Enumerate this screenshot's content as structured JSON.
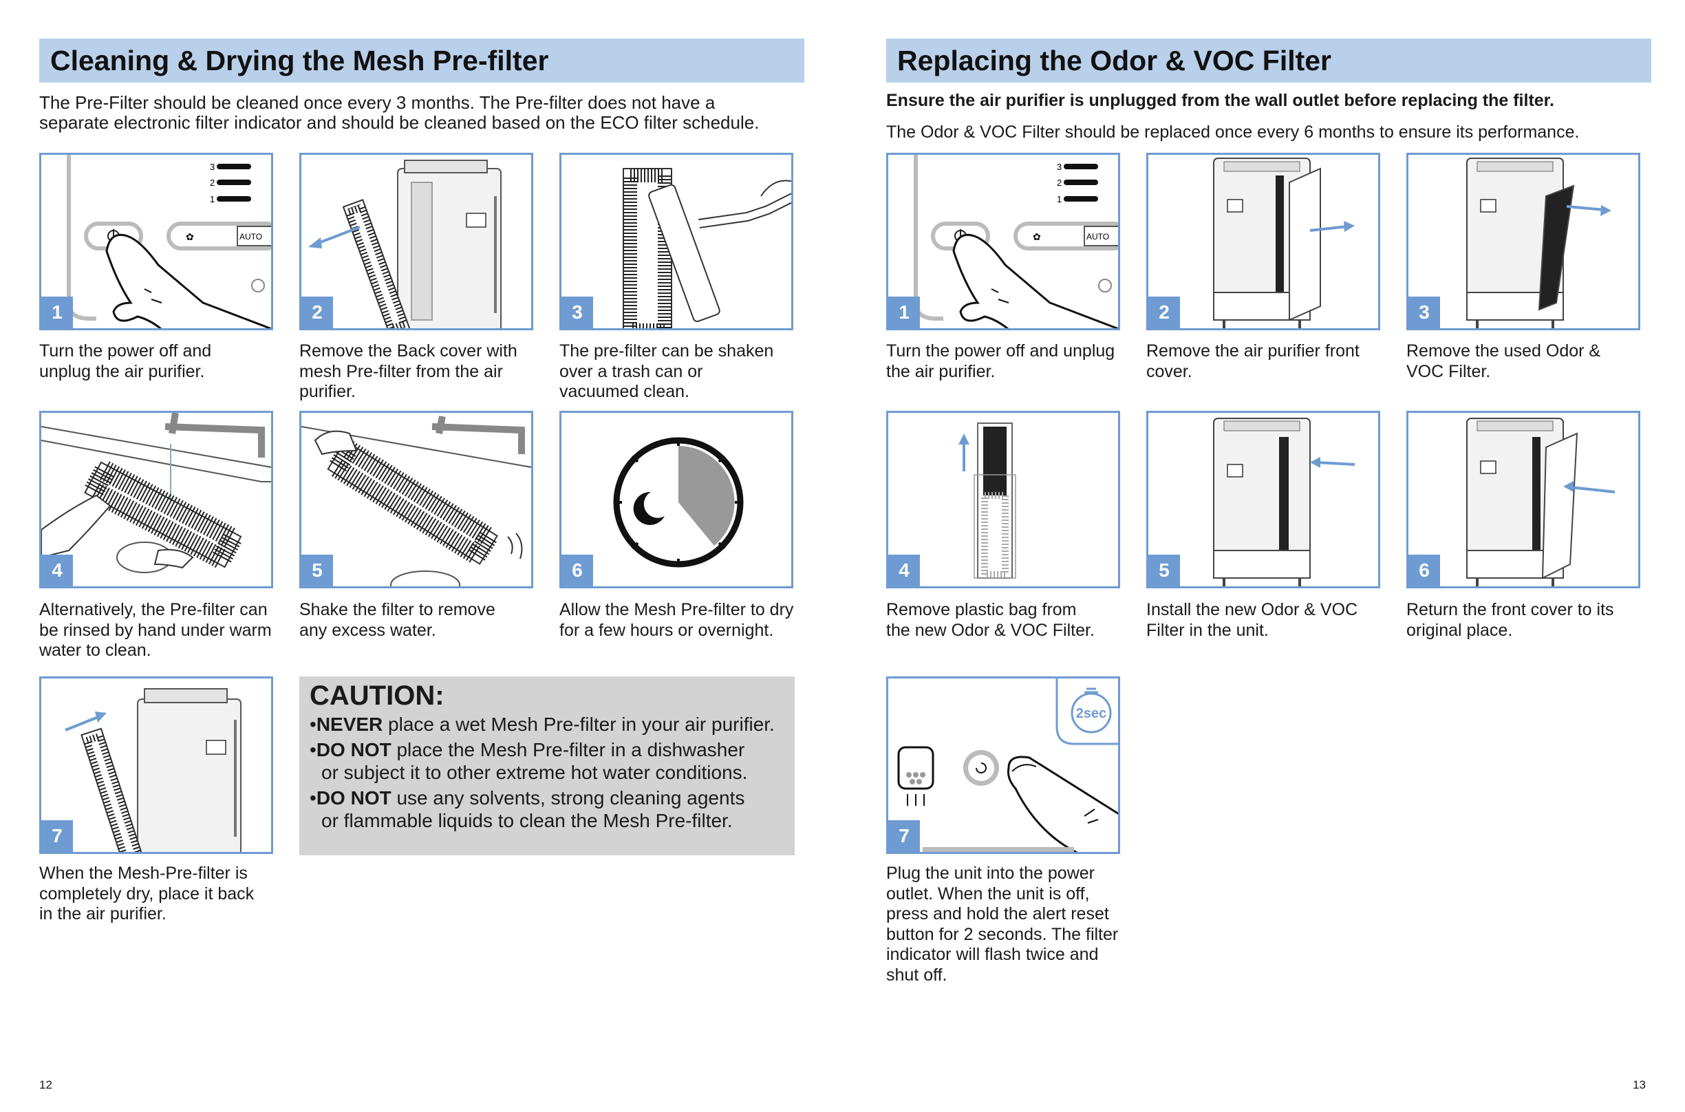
{
  "left": {
    "title": "Cleaning & Drying the Mesh Pre-filter",
    "intro_line1": "The Pre-Filter should be cleaned once every 3 months. The Pre-filter does not have a",
    "intro_line2": "separate electronic filter indicator and should be cleaned based on the ECO filter schedule.",
    "steps": [
      {
        "num": "1",
        "l1": "Turn the power off and",
        "l2": "unplug the air purifier.",
        "l3": ""
      },
      {
        "num": "2",
        "l1": "Remove the Back cover with",
        "l2": "mesh Pre-filter from the air",
        "l3": "purifier."
      },
      {
        "num": "3",
        "l1": "The pre-filter can be shaken",
        "l2": "over a trash can or",
        "l3": "vacuumed clean."
      },
      {
        "num": "4",
        "l1": "Alternatively, the Pre-filter can",
        "l2": "be rinsed by hand under warm",
        "l3": "water to clean."
      },
      {
        "num": "5",
        "l1": "Shake the filter to remove",
        "l2": "any excess water.",
        "l3": ""
      },
      {
        "num": "6",
        "l1": "Allow the Mesh Pre-filter to dry",
        "l2": "for a few hours or overnight.",
        "l3": ""
      },
      {
        "num": "7",
        "l1": "When the Mesh-Pre-filter is",
        "l2": "completely dry, place it back",
        "l3": "in the air purifier."
      }
    ],
    "caution": {
      "title": "CAUTION:",
      "items": [
        {
          "bold": "NEVER",
          "rest": " place a wet Mesh Pre-filter in your air purifier.",
          "cont": ""
        },
        {
          "bold": "DO NOT",
          "rest": " place the Mesh Pre-filter in a dishwasher",
          "cont": "or subject it to other extreme hot water conditions."
        },
        {
          "bold": "DO NOT",
          "rest": " use any solvents, strong cleaning agents",
          "cont": "or flammable liquids to clean the Mesh Pre-filter."
        }
      ]
    },
    "page_number": "12"
  },
  "right": {
    "title": "Replacing the Odor & VOC Filter",
    "warning": "Ensure the air purifier is unplugged from the wall outlet before replacing the filter.",
    "intro": "The Odor & VOC Filter should be replaced once every 6 months to ensure its performance.",
    "steps": [
      {
        "num": "1",
        "lines": [
          "Turn the power off and unplug",
          "the air purifier."
        ]
      },
      {
        "num": "2",
        "lines": [
          "Remove the air purifier front",
          "cover."
        ]
      },
      {
        "num": "3",
        "lines": [
          "Remove the used Odor &",
          "VOC Filter."
        ]
      },
      {
        "num": "4",
        "lines": [
          "Remove plastic bag from",
          "the new Odor & VOC Filter."
        ]
      },
      {
        "num": "5",
        "lines": [
          "Install the new Odor & VOC",
          "Filter in the unit."
        ]
      },
      {
        "num": "6",
        "lines": [
          "Return the front cover to its",
          "original place."
        ]
      },
      {
        "num": "7",
        "lines": [
          "Plug the unit into the power",
          "outlet. When the unit is off,",
          "press and hold the alert reset",
          "button for 2 seconds. The filter",
          "indicator will flash twice and",
          "shut off."
        ]
      }
    ],
    "timer_label": "2sec",
    "page_number": "13"
  },
  "panel_labels": {
    "speed_3": "3",
    "speed_2": "2",
    "speed_1": "1",
    "auto": "AUTO"
  },
  "colors": {
    "accent": "#6e9bd2",
    "header_bg": "#b9d0ea",
    "caution_bg": "#d3d3d3"
  }
}
